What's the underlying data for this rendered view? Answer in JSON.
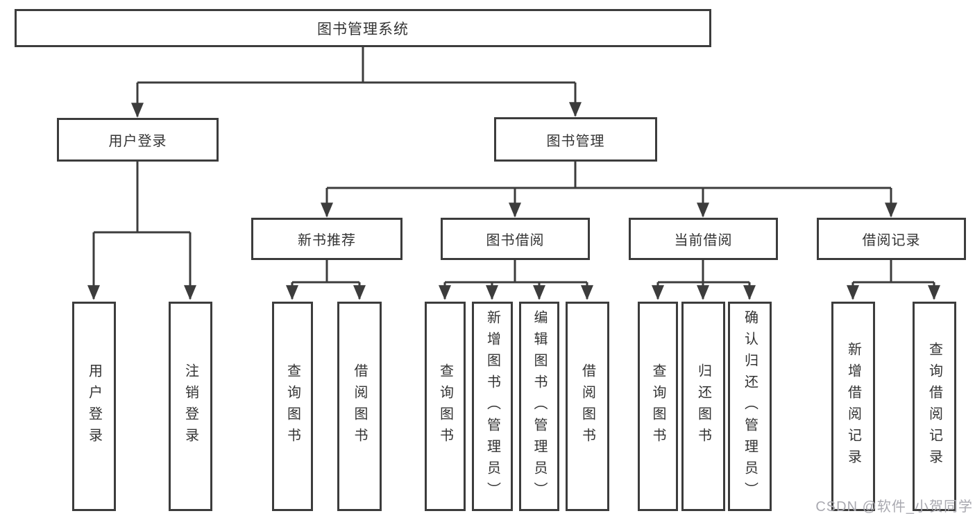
{
  "nodes": {
    "root": "图书管理系统",
    "user_login": "用户登录",
    "book_mgmt": "图书管理",
    "new_book_rec": "新书推荐",
    "book_borrow": "图书借阅",
    "current_borrow": "当前借阅",
    "borrow_record": "借阅记录",
    "leaf_user_login": "用户登录",
    "leaf_logout": "注销登录",
    "leaf_query_book_1": "查询图书",
    "leaf_borrow_book_1": "借阅图书",
    "leaf_query_book_2": "查询图书",
    "leaf_add_book": "新增图书（管理员）",
    "leaf_edit_book": "编辑图书（管理员）",
    "leaf_borrow_book_2": "借阅图书",
    "leaf_query_book_3": "查询图书",
    "leaf_return_book": "归还图书",
    "leaf_confirm_return": "确认归还（管理员）",
    "leaf_add_record": "新增借阅记录",
    "leaf_query_record": "查询借阅记录"
  },
  "hierarchy": {
    "root": [
      "user_login",
      "book_mgmt"
    ],
    "user_login": [
      "leaf_user_login",
      "leaf_logout"
    ],
    "book_mgmt": [
      "new_book_rec",
      "book_borrow",
      "current_borrow",
      "borrow_record"
    ],
    "new_book_rec": [
      "leaf_query_book_1",
      "leaf_borrow_book_1"
    ],
    "book_borrow": [
      "leaf_query_book_2",
      "leaf_add_book",
      "leaf_edit_book",
      "leaf_borrow_book_2"
    ],
    "current_borrow": [
      "leaf_query_book_3",
      "leaf_return_book",
      "leaf_confirm_return"
    ],
    "borrow_record": [
      "leaf_add_record",
      "leaf_query_record"
    ]
  },
  "watermark": {
    "text": "CSDN @软件_小贺同学",
    "color": "#a9a9b0"
  },
  "colors": {
    "line": "#3c3c3c",
    "text": "#333333",
    "box_background": "#ffffff"
  }
}
